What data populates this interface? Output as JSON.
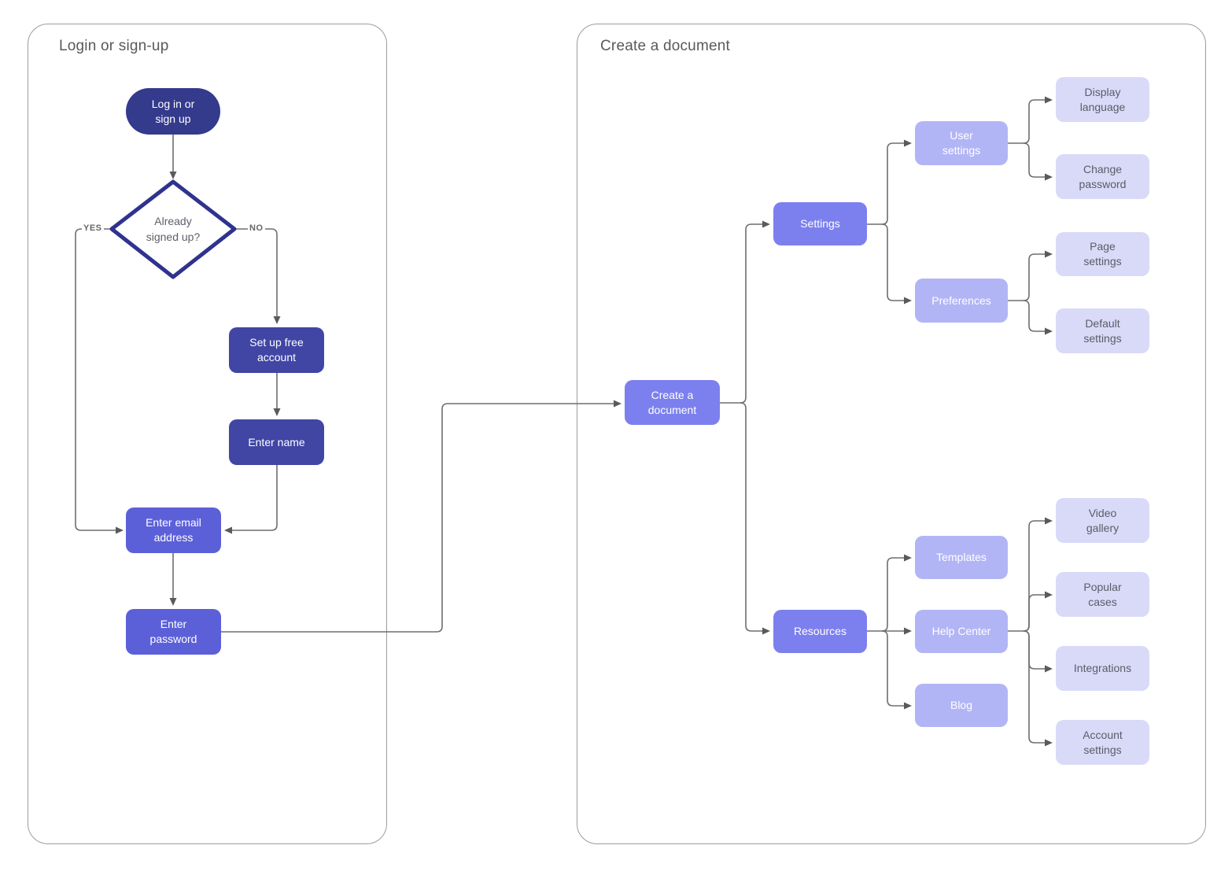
{
  "colors": {
    "node_darkest": "#343a8c",
    "node_dark": "#4146a5",
    "node_mid_dark": "#5c60d8",
    "node_mid": "#7c80ee",
    "node_light": "#b2b5f5",
    "node_pale": "#d9daf8",
    "pale_text": "#5b5c66",
    "connector": "#6e6e6e",
    "arrowhead": "#5a5a5a",
    "container_border": "#9c9c9c",
    "title_text": "#595959",
    "diamond_border": "#2f338e",
    "diamond_text": "#5f6069",
    "edge_label_text": "#666666"
  },
  "containers": {
    "login": {
      "title": "Login or sign-up"
    },
    "create": {
      "title": "Create a document"
    }
  },
  "edge_labels": {
    "yes": "YES",
    "no": "NO"
  },
  "nodes": {
    "login_start": {
      "label": "Log in or\nsign up"
    },
    "already_signed_up": {
      "label": "Already\nsigned up?"
    },
    "set_up_free_account": {
      "label": "Set up free\naccount"
    },
    "enter_name": {
      "label": "Enter name"
    },
    "enter_email": {
      "label": "Enter email\naddress"
    },
    "enter_password": {
      "label": "Enter\npassword"
    },
    "create_document": {
      "label": "Create a\ndocument"
    },
    "settings": {
      "label": "Settings"
    },
    "resources": {
      "label": "Resources"
    },
    "user_settings": {
      "label": "User\nsettings"
    },
    "preferences": {
      "label": "Preferences"
    },
    "templates": {
      "label": "Templates"
    },
    "help_center": {
      "label": "Help Center"
    },
    "blog": {
      "label": "Blog"
    },
    "display_language": {
      "label": "Display\nlanguage"
    },
    "change_password": {
      "label": "Change\npassword"
    },
    "page_settings": {
      "label": "Page\nsettings"
    },
    "default_settings": {
      "label": "Default\nsettings"
    },
    "video_gallery": {
      "label": "Video\ngallery"
    },
    "popular_cases": {
      "label": "Popular\ncases"
    },
    "integrations": {
      "label": "Integrations"
    },
    "account_settings": {
      "label": "Account\nsettings"
    }
  }
}
